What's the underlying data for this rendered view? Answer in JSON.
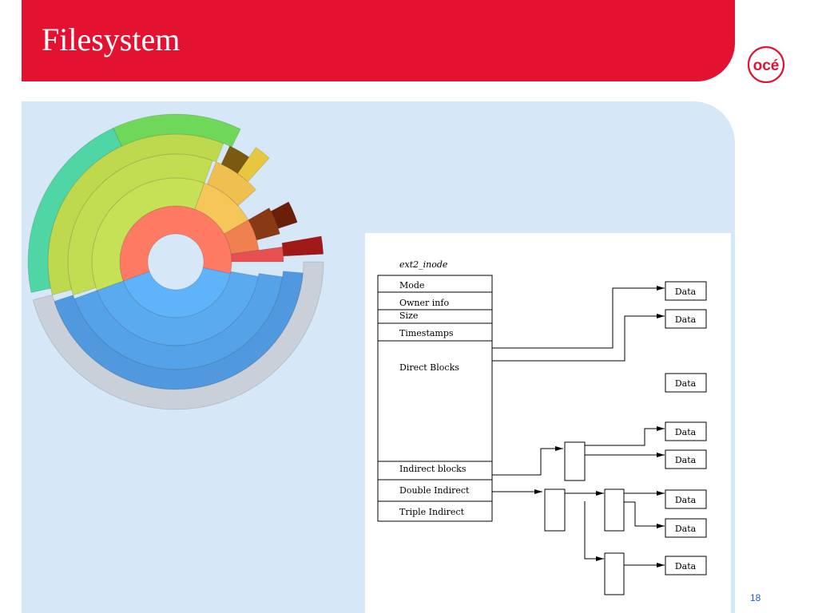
{
  "slide": {
    "title": "Filesystem",
    "page_number": "18",
    "accent_color": "#e31230",
    "panel_color": "#d6e8f8"
  },
  "logo": {
    "text": "océ",
    "color": "#e31230"
  },
  "sunburst_chart": {
    "type": "sunburst",
    "center": "hole",
    "segment_palette": [
      "#5fb3fb",
      "#c7e156",
      "#ff7a62",
      "#f6c659",
      "#7a5a10",
      "#a01818"
    ]
  },
  "inode_diagram": {
    "struct_label": "ext2_inode",
    "fields": [
      "Mode",
      "Owner info",
      "Size",
      "Timestamps",
      "Direct Blocks",
      "Indirect blocks",
      "Double Indirect",
      "Triple Indirect"
    ],
    "data_label": "Data"
  }
}
